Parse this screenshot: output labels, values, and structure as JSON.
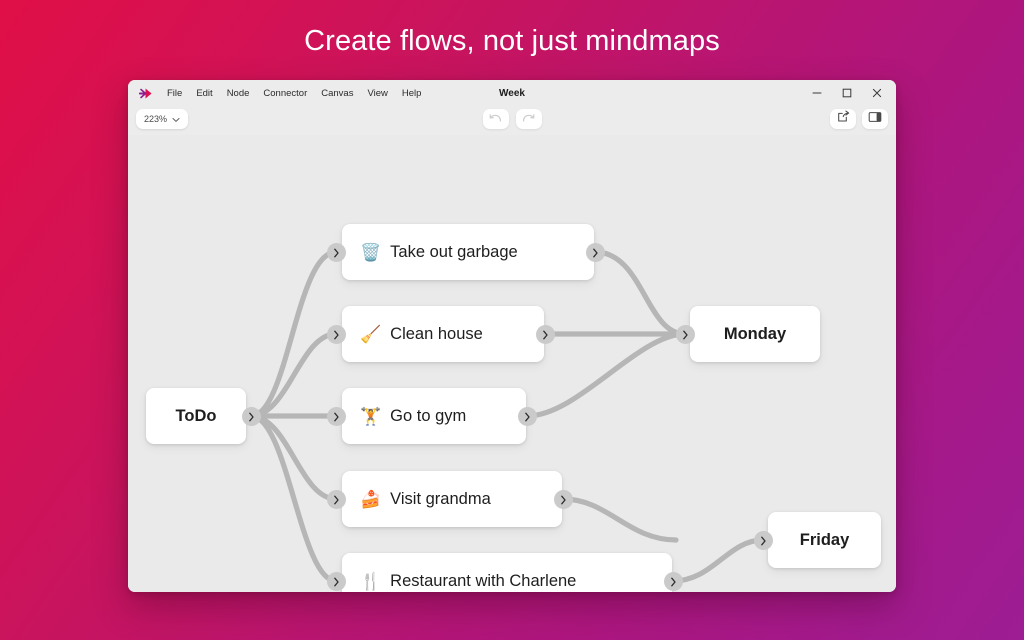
{
  "headline": "Create flows, not just mindmaps",
  "window": {
    "title": "Week",
    "logo_icon": "arrow-right-logo-icon",
    "menu": [
      {
        "label": "File",
        "name": "menu-file"
      },
      {
        "label": "Edit",
        "name": "menu-edit"
      },
      {
        "label": "Node",
        "name": "menu-node"
      },
      {
        "label": "Connector",
        "name": "menu-connector"
      },
      {
        "label": "Canvas",
        "name": "menu-canvas"
      },
      {
        "label": "View",
        "name": "menu-view"
      },
      {
        "label": "Help",
        "name": "menu-help"
      }
    ],
    "controls": {
      "minimize": "minimize-icon",
      "maximize": "maximize-icon",
      "close": "close-icon"
    },
    "toolbar": {
      "zoom_level": "223%",
      "zoom_chevron": "chevron-down-icon",
      "undo": "undo-icon",
      "redo": "redo-icon",
      "share": "share-icon",
      "panel": "toggle-right-panel-icon"
    }
  },
  "canvas": {
    "background_color": "#eaeaea",
    "connector_color": "#b6b6b6",
    "nodes": [
      {
        "id": "todo",
        "label": "ToDo",
        "emoji": "",
        "bold": true
      },
      {
        "id": "garbage",
        "label": "Take out garbage",
        "emoji": "🗑️",
        "bold": false
      },
      {
        "id": "clean",
        "label": "Clean house",
        "emoji": "🧹",
        "bold": false
      },
      {
        "id": "gym",
        "label": "Go to gym",
        "emoji": "🏋️",
        "bold": false
      },
      {
        "id": "grandma",
        "label": "Visit grandma",
        "emoji": "🍰",
        "bold": false
      },
      {
        "id": "restaurant",
        "label": "Restaurant with Charlene",
        "emoji": "🍴",
        "bold": false
      },
      {
        "id": "monday",
        "label": "Monday",
        "emoji": "",
        "bold": true
      },
      {
        "id": "friday",
        "label": "Friday",
        "emoji": "",
        "bold": true
      }
    ],
    "edges": [
      {
        "from": "todo",
        "to": "garbage"
      },
      {
        "from": "todo",
        "to": "clean"
      },
      {
        "from": "todo",
        "to": "gym"
      },
      {
        "from": "todo",
        "to": "grandma"
      },
      {
        "from": "todo",
        "to": "restaurant"
      },
      {
        "from": "garbage",
        "to": "monday"
      },
      {
        "from": "clean",
        "to": "monday"
      },
      {
        "from": "gym",
        "to": "monday"
      },
      {
        "from": "grandma",
        "to": "friday"
      },
      {
        "from": "restaurant",
        "to": "friday"
      }
    ]
  }
}
